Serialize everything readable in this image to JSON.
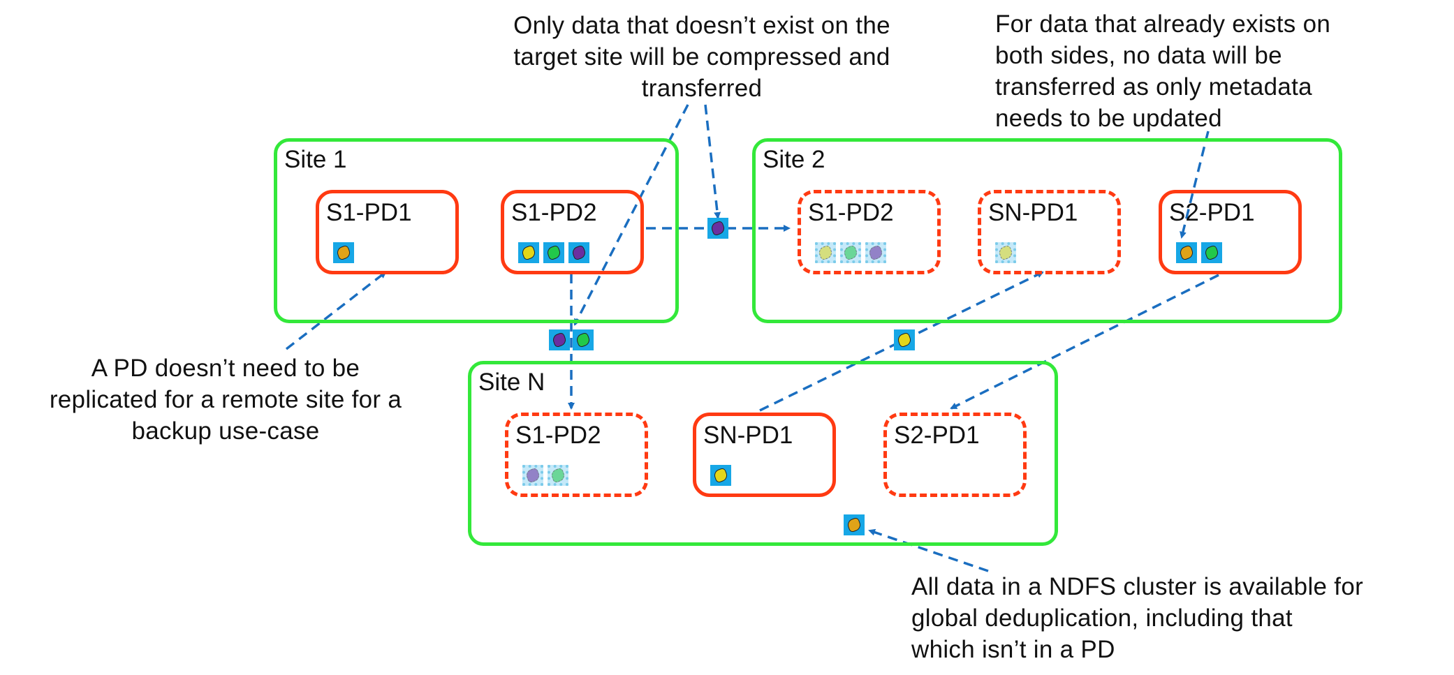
{
  "colors": {
    "site_border": "#33e83a",
    "pd_border": "#ff3a12",
    "arrow": "#1a6ec0",
    "chip_frame": "#17a7e6",
    "block_yellow": "#e3d61a",
    "block_green": "#22c84a",
    "block_purple": "#6a2fa0",
    "block_orange": "#e0a318"
  },
  "notes": {
    "top_center": "Only data that doesn’t exist on the\ntarget site will be compressed and\ntransferred",
    "top_right": "For data that already exists on\nboth sides, no data will be\ntransferred as only metadata\nneeds to be updated",
    "left": "A PD doesn’t need to be\nreplicated for a remote site for a\nbackup use-case",
    "bottom_right": "All data in a NDFS cluster is available for\nglobal deduplication, including that\nwhich isn’t in a PD"
  },
  "sites": {
    "site1": {
      "label": "Site 1",
      "pds": {
        "s1pd1": {
          "label": "S1-PD1",
          "status": "primary",
          "blocks": [
            "orange"
          ]
        },
        "s1pd2": {
          "label": "S1-PD2",
          "status": "primary",
          "blocks": [
            "yellow",
            "green",
            "purple"
          ]
        }
      }
    },
    "site2": {
      "label": "Site 2",
      "pds": {
        "s1pd2": {
          "label": "S1-PD2",
          "status": "replica",
          "blocks": [
            "yellow",
            "green",
            "purple"
          ]
        },
        "snpd1": {
          "label": "SN-PD1",
          "status": "replica",
          "blocks": [
            "yellow"
          ]
        },
        "s2pd1": {
          "label": "S2-PD1",
          "status": "primary",
          "blocks": [
            "orange",
            "green"
          ]
        }
      }
    },
    "siten": {
      "label": "Site N",
      "pds": {
        "s1pd2": {
          "label": "S1-PD2",
          "status": "replica",
          "blocks": [
            "purple",
            "green"
          ]
        },
        "snpd1": {
          "label": "SN-PD1",
          "status": "primary",
          "blocks": [
            "yellow"
          ]
        },
        "s2pd1": {
          "label": "S2-PD1",
          "status": "replica",
          "blocks": []
        }
      }
    }
  },
  "transfers": {
    "site1_to_site2": [
      "purple"
    ],
    "site1_to_siten": [
      "purple",
      "green"
    ],
    "siten_to_site2": [
      "yellow"
    ],
    "siten_unprotected": [
      "orange"
    ]
  }
}
